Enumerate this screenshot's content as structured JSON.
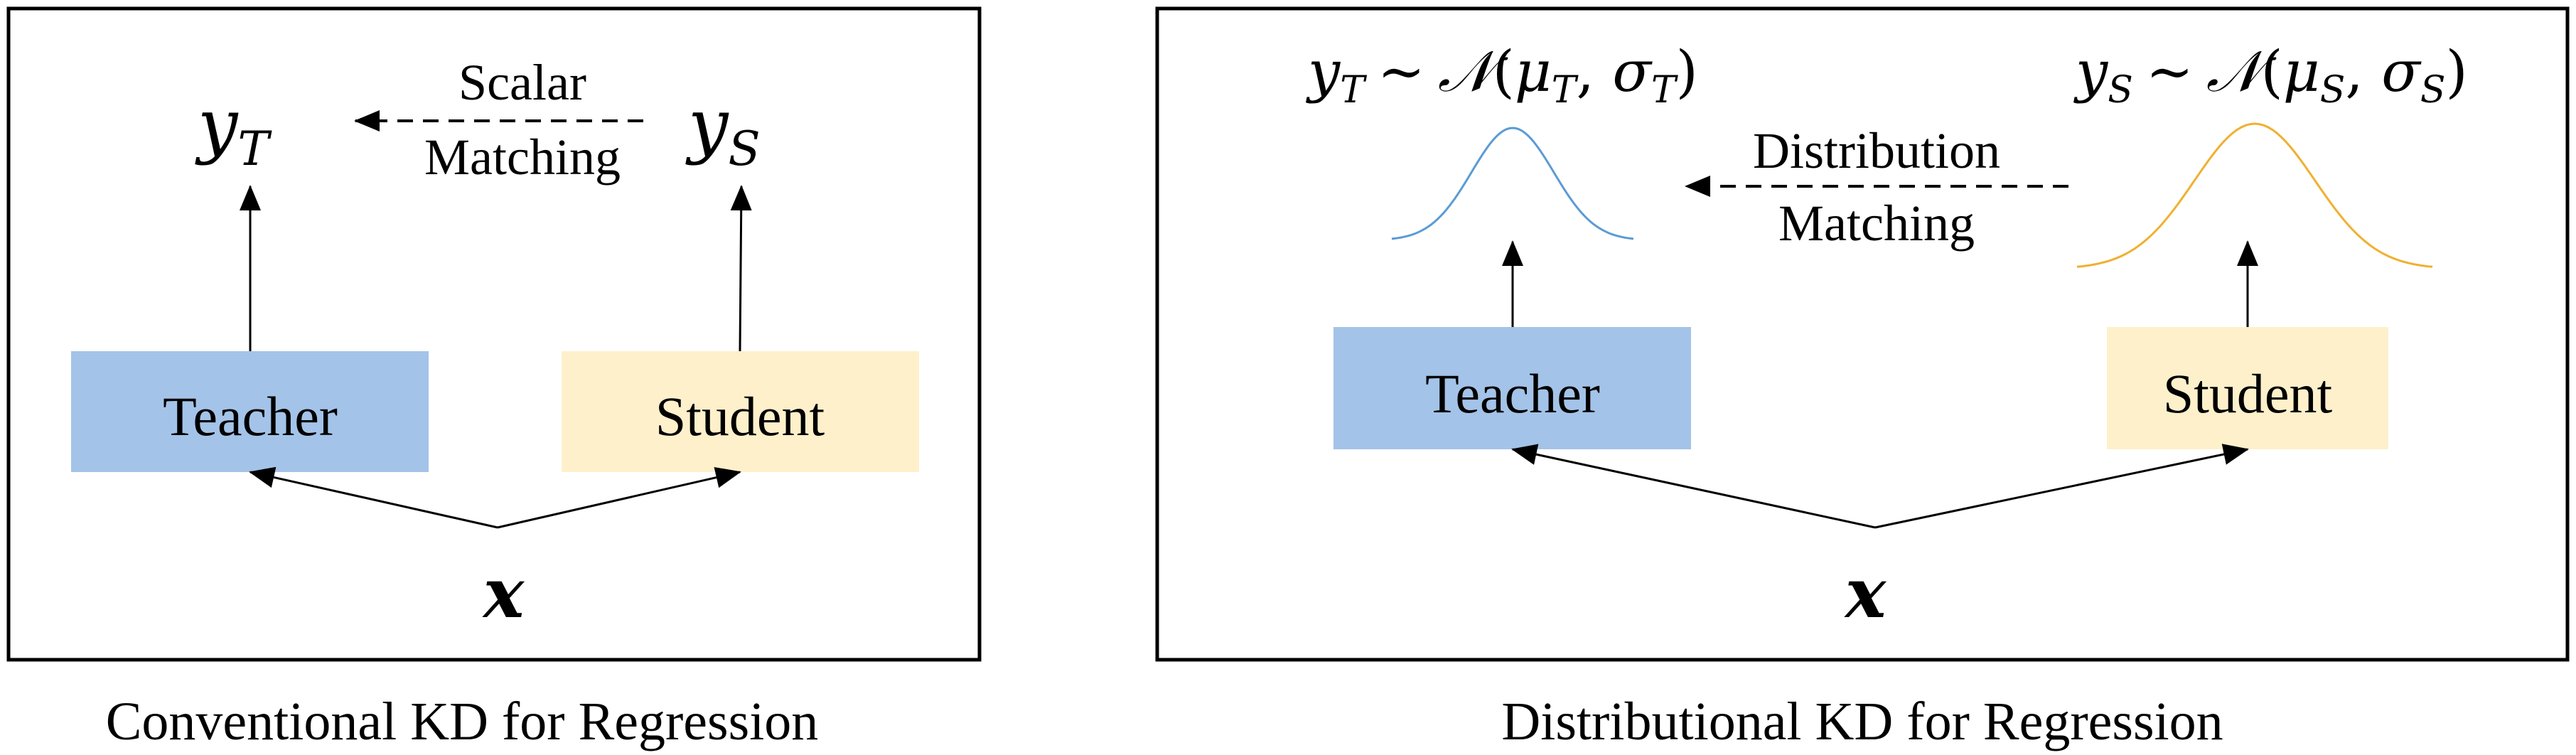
{
  "panels": [
    {
      "caption": "Conventional KD for Regression",
      "teacher": {
        "label": "Teacher",
        "color": "#a4c3e8"
      },
      "student": {
        "label": "Student",
        "color": "#fdf0cb"
      },
      "input": {
        "label": "x"
      },
      "teacher_output": {
        "symbol": "y",
        "subscript": "T"
      },
      "student_output": {
        "symbol": "y",
        "subscript": "S"
      },
      "matching": {
        "line1": "Scalar",
        "line2": "Matching"
      }
    },
    {
      "caption": "Distributional KD for Regression",
      "teacher": {
        "label": "Teacher",
        "color": "#a4c3e8"
      },
      "student": {
        "label": "Student",
        "color": "#fdf0cb"
      },
      "input": {
        "label": "x"
      },
      "teacher_output": {
        "symbol": "y",
        "subscript": "T",
        "tilde": "∼",
        "dist": "𝒩",
        "params": [
          "μ",
          "T",
          "σ",
          "T"
        ],
        "curve_color": "#5b9bd5"
      },
      "student_output": {
        "symbol": "y",
        "subscript": "S",
        "tilde": "∼",
        "dist": "𝒩",
        "params": [
          "μ",
          "S",
          "σ",
          "S"
        ],
        "curve_color": "#f0b030"
      },
      "matching": {
        "line1": "Distribution",
        "line2": "Matching"
      }
    }
  ],
  "colors": {
    "border": "#000000",
    "arrow": "#000000"
  }
}
